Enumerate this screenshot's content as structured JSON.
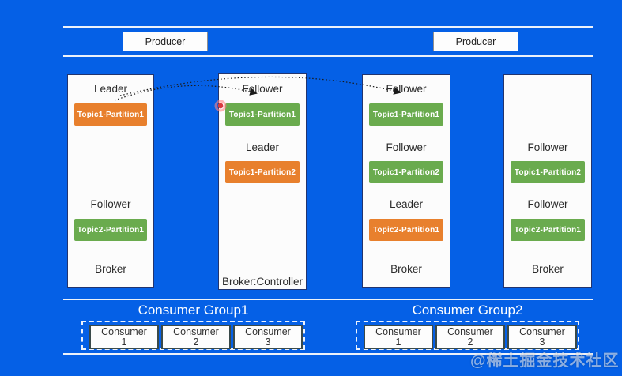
{
  "colors": {
    "bg": "#0560e6",
    "line": "#edf2fa",
    "leader": "#e8802d",
    "follower": "#6aab4e",
    "arrow": "#1a1a1a",
    "annotation": "#d93a3f"
  },
  "producers": [
    {
      "label": "Producer"
    },
    {
      "label": "Producer"
    }
  ],
  "brokers": [
    {
      "footer": "Broker",
      "slots": {
        "s0": {
          "role": "Leader",
          "partition": "Topic1-Partition1"
        },
        "s2": {
          "role": "Follower",
          "partition": "Topic2-Partition1"
        }
      }
    },
    {
      "footer": "Broker:Controller",
      "slots": {
        "s0": {
          "role": "Follower",
          "partition": "Topic1-Partition1"
        },
        "s1": {
          "role": "Leader",
          "partition": "Topic1-Partition2"
        }
      }
    },
    {
      "footer": "Broker",
      "slots": {
        "s0": {
          "role": "Follower",
          "partition": "Topic1-Partition1"
        },
        "s1": {
          "role": "Follower",
          "partition": "Topic1-Partition2"
        },
        "s2": {
          "role": "Leader",
          "partition": "Topic2-Partition1"
        }
      }
    },
    {
      "footer": "Broker",
      "slots": {
        "s1": {
          "role": "Follower",
          "partition": "Topic1-Partition2"
        },
        "s2": {
          "role": "Follower",
          "partition": "Topic2-Partition1"
        }
      }
    }
  ],
  "consumer_groups": [
    {
      "title": "Consumer Group1",
      "consumers": [
        "Consumer\n1",
        "Consumer\n2",
        "Consumer\n3"
      ]
    },
    {
      "title": "Consumer Group2",
      "consumers": [
        "Consumer\n1",
        "Consumer\n2",
        "Consumer\n3"
      ]
    }
  ],
  "watermark": "@稀土掘金技术社区"
}
